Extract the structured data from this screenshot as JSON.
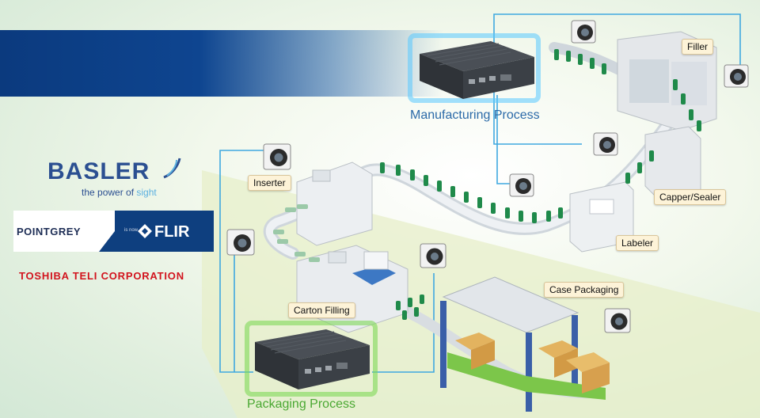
{
  "logos": {
    "basler_name": "BASLER",
    "basler_tagline_prefix": "the power of ",
    "basler_tagline_highlight": "sight",
    "pointgrey_name": "POINTGREY",
    "pointgrey_isnow": "is now",
    "flir_name": "FLIR",
    "toshiba_name": "TOSHIBA TELI CORPORATION"
  },
  "processes": {
    "manufacturing": "Manufacturing Process",
    "packaging": "Packaging Process"
  },
  "stations": {
    "filler": "Filler",
    "capper_sealer": "Capper/Sealer",
    "labeler": "Labeler",
    "inserter": "Inserter",
    "carton_filling": "Carton Filling",
    "case_packaging": "Case Packaging"
  },
  "colors": {
    "banner_blue": "#0e4590",
    "connector_blue": "#3fa8e0",
    "manufacturing_glow": "#58c8ff",
    "packaging_glow": "#7ed957",
    "packaging_text": "#4aa832",
    "manufacturing_text": "#2b6aa8",
    "bottle_green": "#1f8a4a",
    "toshiba_red": "#d2131d"
  },
  "icons": [
    "camera-icon",
    "embedded-pc-icon",
    "bottle-icon",
    "carton-box-icon"
  ]
}
